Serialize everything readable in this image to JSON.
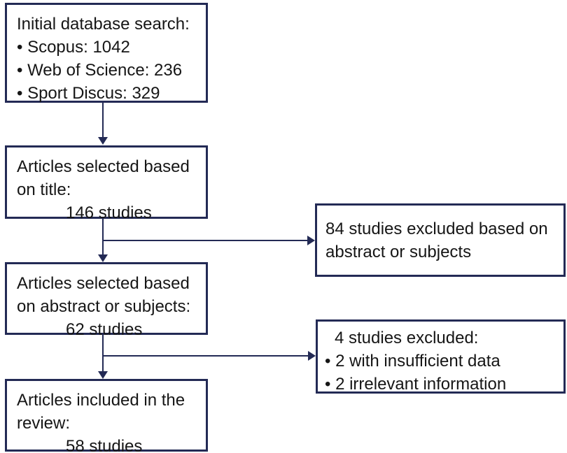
{
  "diagram": {
    "type": "flowchart",
    "subject": "study-selection-flow",
    "colors": {
      "box_border": "#232a55",
      "arrow": "#232a55",
      "text": "#161616",
      "background": "#ffffff"
    },
    "nodes": {
      "initial_search": {
        "title": "Initial database search:",
        "items": [
          "• Scopus: 1042",
          "• Web of Science: 236",
          "• Sport Discus: 329"
        ]
      },
      "selected_title": {
        "lines": [
          "Articles selected based",
          "on title:"
        ],
        "count": "146 studies"
      },
      "excluded_abstract": {
        "lines": [
          "84 studies excluded based on",
          "abstract or subjects"
        ]
      },
      "selected_abstract": {
        "lines": [
          "Articles selected based",
          "on abstract or subjects:"
        ],
        "count": "62 studies"
      },
      "excluded_reasons": {
        "title": "4 studies excluded:",
        "items": [
          "• 2 with insufficient data",
          "• 2 irrelevant information"
        ]
      },
      "included_review": {
        "lines": [
          "Articles included in the",
          "review:"
        ],
        "count": "58 studies"
      }
    }
  }
}
